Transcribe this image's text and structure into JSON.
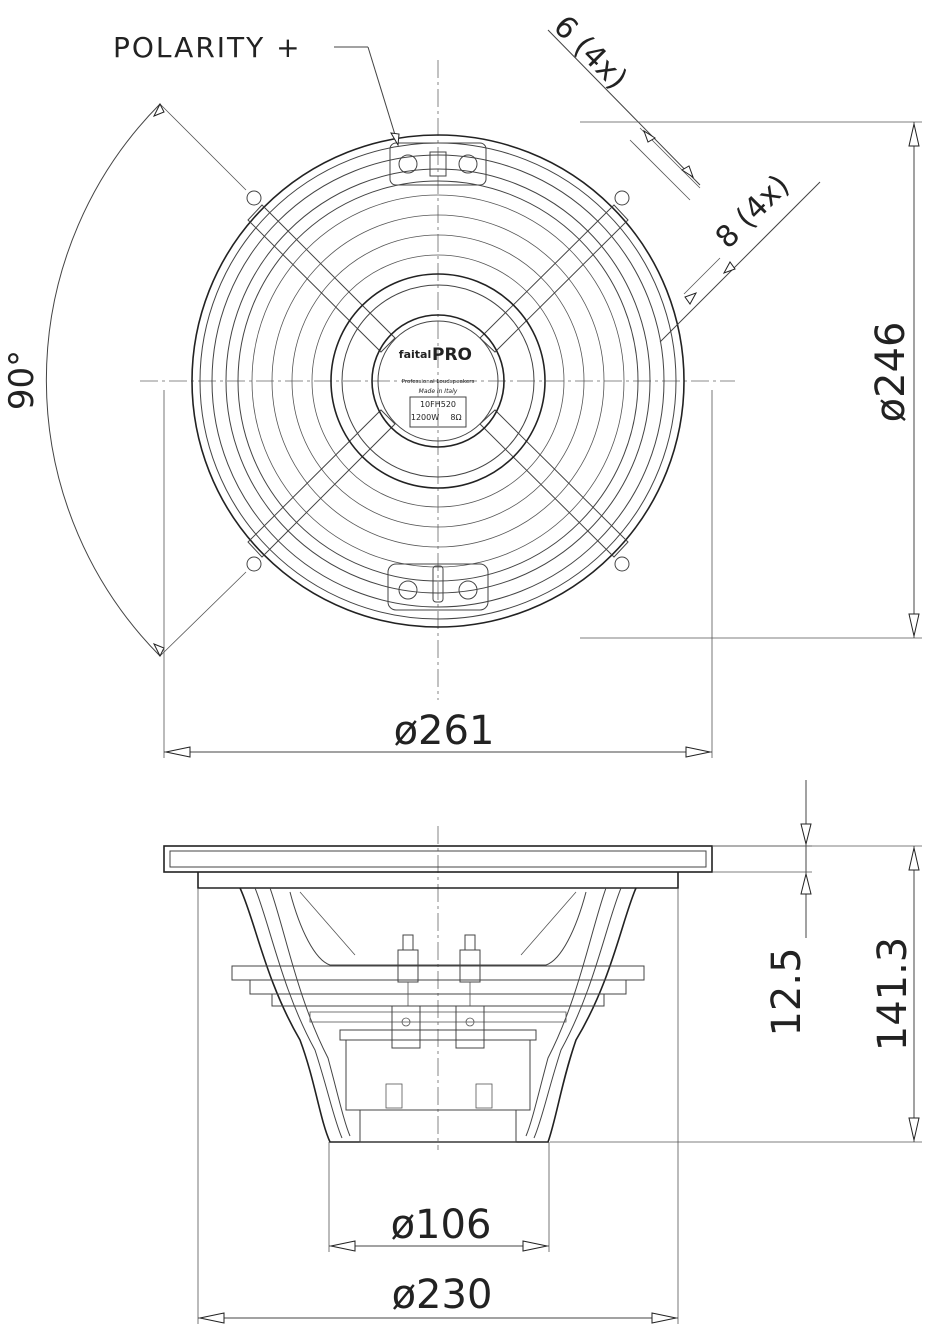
{
  "labels": {
    "polarity": "POLARITY +",
    "hole_small": "6 (4x)",
    "hole_large": "8 (4x)",
    "angle": "90°",
    "dia_261": "ø261",
    "dia_246": "ø246",
    "dim_12_5": "12.5",
    "dim_141_3": "141.3",
    "dia_106": "ø106",
    "dia_230": "ø230"
  },
  "badge": {
    "brand": "faital",
    "brand_suffix": "PRO",
    "tagline": "Professional Loudspeakers",
    "origin": "Made in Italy",
    "model": "10FH520",
    "power": "1200W",
    "impedance": "8Ω"
  }
}
